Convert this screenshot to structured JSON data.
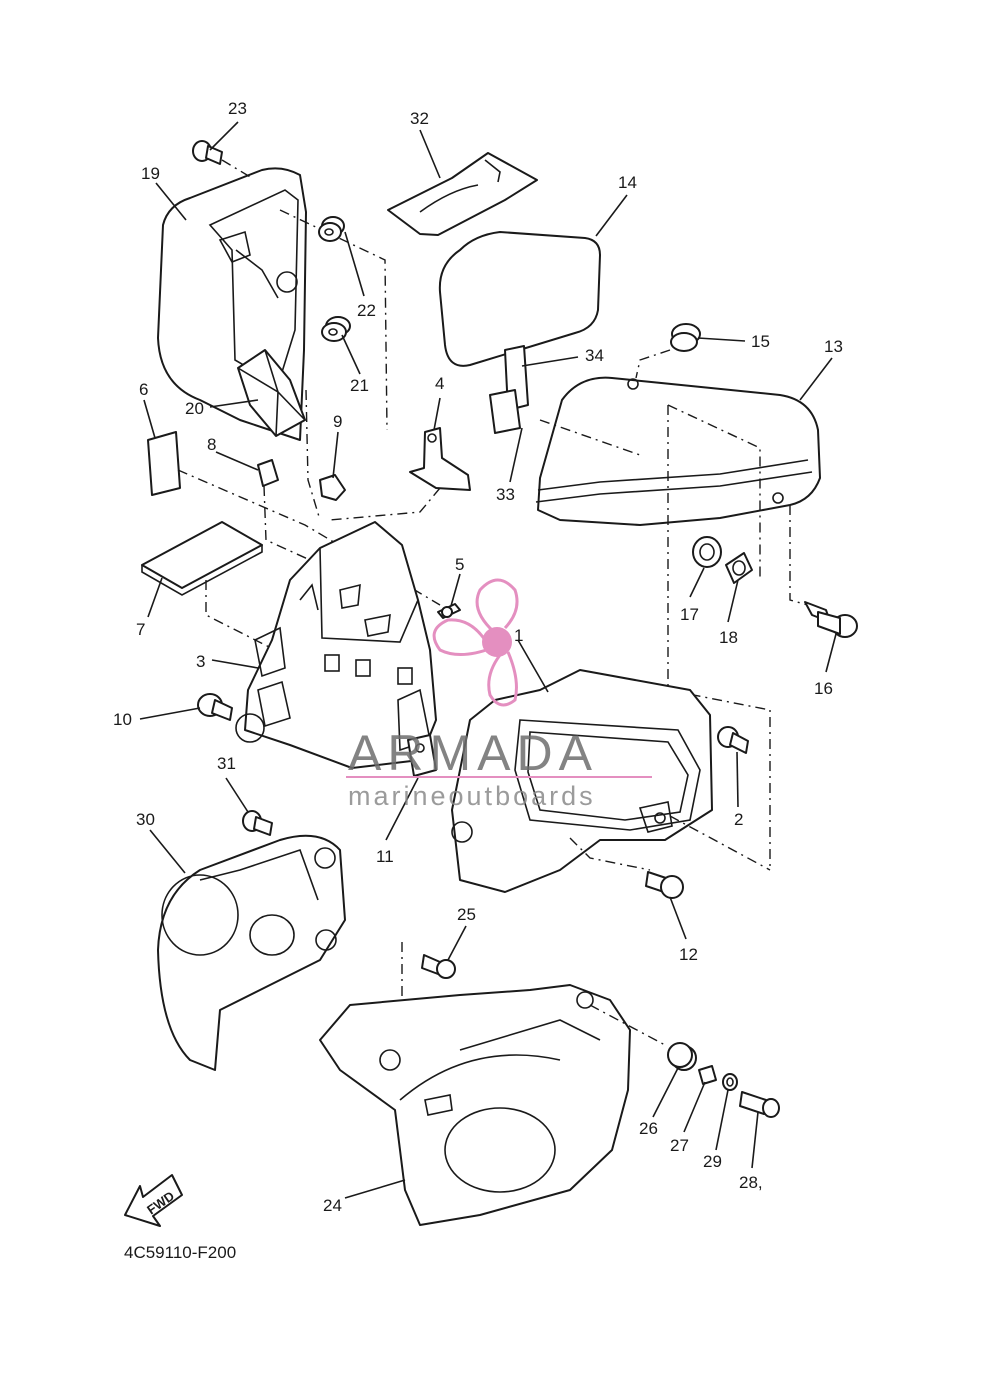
{
  "diagram": {
    "code": "4C59110-F200",
    "fwd_label": "FWD",
    "callouts": [
      {
        "id": "1",
        "label": "1"
      },
      {
        "id": "2",
        "label": "2"
      },
      {
        "id": "3",
        "label": "3"
      },
      {
        "id": "4",
        "label": "4"
      },
      {
        "id": "5",
        "label": "5"
      },
      {
        "id": "6",
        "label": "6"
      },
      {
        "id": "7",
        "label": "7"
      },
      {
        "id": "8",
        "label": "8"
      },
      {
        "id": "9",
        "label": "9"
      },
      {
        "id": "10",
        "label": "10"
      },
      {
        "id": "11",
        "label": "11"
      },
      {
        "id": "12",
        "label": "12"
      },
      {
        "id": "13",
        "label": "13"
      },
      {
        "id": "14",
        "label": "14"
      },
      {
        "id": "15",
        "label": "15"
      },
      {
        "id": "16",
        "label": "16"
      },
      {
        "id": "17",
        "label": "17"
      },
      {
        "id": "18",
        "label": "18"
      },
      {
        "id": "19",
        "label": "19"
      },
      {
        "id": "20",
        "label": "20"
      },
      {
        "id": "21",
        "label": "21"
      },
      {
        "id": "22",
        "label": "22"
      },
      {
        "id": "23",
        "label": "23"
      },
      {
        "id": "24",
        "label": "24"
      },
      {
        "id": "25",
        "label": "25"
      },
      {
        "id": "26",
        "label": "26"
      },
      {
        "id": "27",
        "label": "27"
      },
      {
        "id": "28",
        "label": "28,"
      },
      {
        "id": "29",
        "label": "29"
      },
      {
        "id": "30",
        "label": "30"
      },
      {
        "id": "31",
        "label": "31"
      },
      {
        "id": "32",
        "label": "32"
      },
      {
        "id": "33",
        "label": "33"
      },
      {
        "id": "34",
        "label": "34"
      }
    ]
  },
  "watermark": {
    "brand": "ARMADA",
    "tagline": "marineoutboards",
    "color": "#e48fc0"
  }
}
